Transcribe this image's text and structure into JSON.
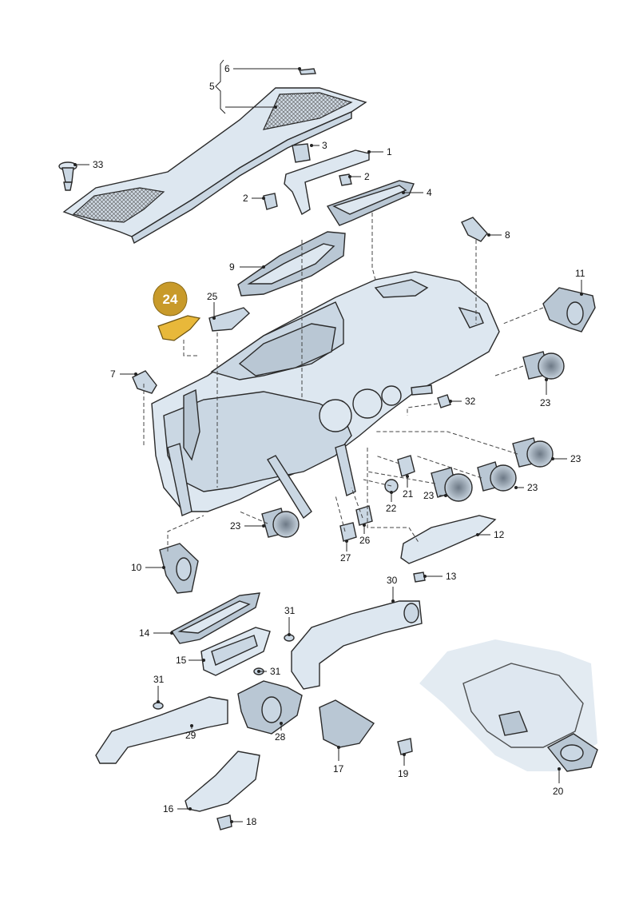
{
  "highlight": {
    "part": "24",
    "color": "#c89a2a"
  },
  "colors": {
    "part_fill": "#dde7f0",
    "line": "#2a2a2a",
    "highlight": "#e8b83a"
  },
  "labels": [
    {
      "id": "6",
      "text": "6"
    },
    {
      "id": "5",
      "text": "5"
    },
    {
      "id": "3",
      "text": "3"
    },
    {
      "id": "1",
      "text": "1"
    },
    {
      "id": "33",
      "text": "33"
    },
    {
      "id": "2a",
      "text": "2"
    },
    {
      "id": "2b",
      "text": "2"
    },
    {
      "id": "4",
      "text": "4"
    },
    {
      "id": "8",
      "text": "8"
    },
    {
      "id": "9",
      "text": "9"
    },
    {
      "id": "11",
      "text": "11"
    },
    {
      "id": "25",
      "text": "25"
    },
    {
      "id": "7",
      "text": "7"
    },
    {
      "id": "23a",
      "text": "23"
    },
    {
      "id": "32",
      "text": "32"
    },
    {
      "id": "23b",
      "text": "23"
    },
    {
      "id": "21",
      "text": "21"
    },
    {
      "id": "23c",
      "text": "23"
    },
    {
      "id": "23d",
      "text": "23"
    },
    {
      "id": "22",
      "text": "22"
    },
    {
      "id": "23e",
      "text": "23"
    },
    {
      "id": "26",
      "text": "26"
    },
    {
      "id": "12",
      "text": "12"
    },
    {
      "id": "27",
      "text": "27"
    },
    {
      "id": "10",
      "text": "10"
    },
    {
      "id": "13",
      "text": "13"
    },
    {
      "id": "30",
      "text": "30"
    },
    {
      "id": "31a",
      "text": "31"
    },
    {
      "id": "14",
      "text": "14"
    },
    {
      "id": "15",
      "text": "15"
    },
    {
      "id": "31b",
      "text": "31"
    },
    {
      "id": "31c",
      "text": "31"
    },
    {
      "id": "29",
      "text": "29"
    },
    {
      "id": "28",
      "text": "28"
    },
    {
      "id": "17",
      "text": "17"
    },
    {
      "id": "19",
      "text": "19"
    },
    {
      "id": "20",
      "text": "20"
    },
    {
      "id": "16",
      "text": "16"
    },
    {
      "id": "18",
      "text": "18"
    }
  ]
}
